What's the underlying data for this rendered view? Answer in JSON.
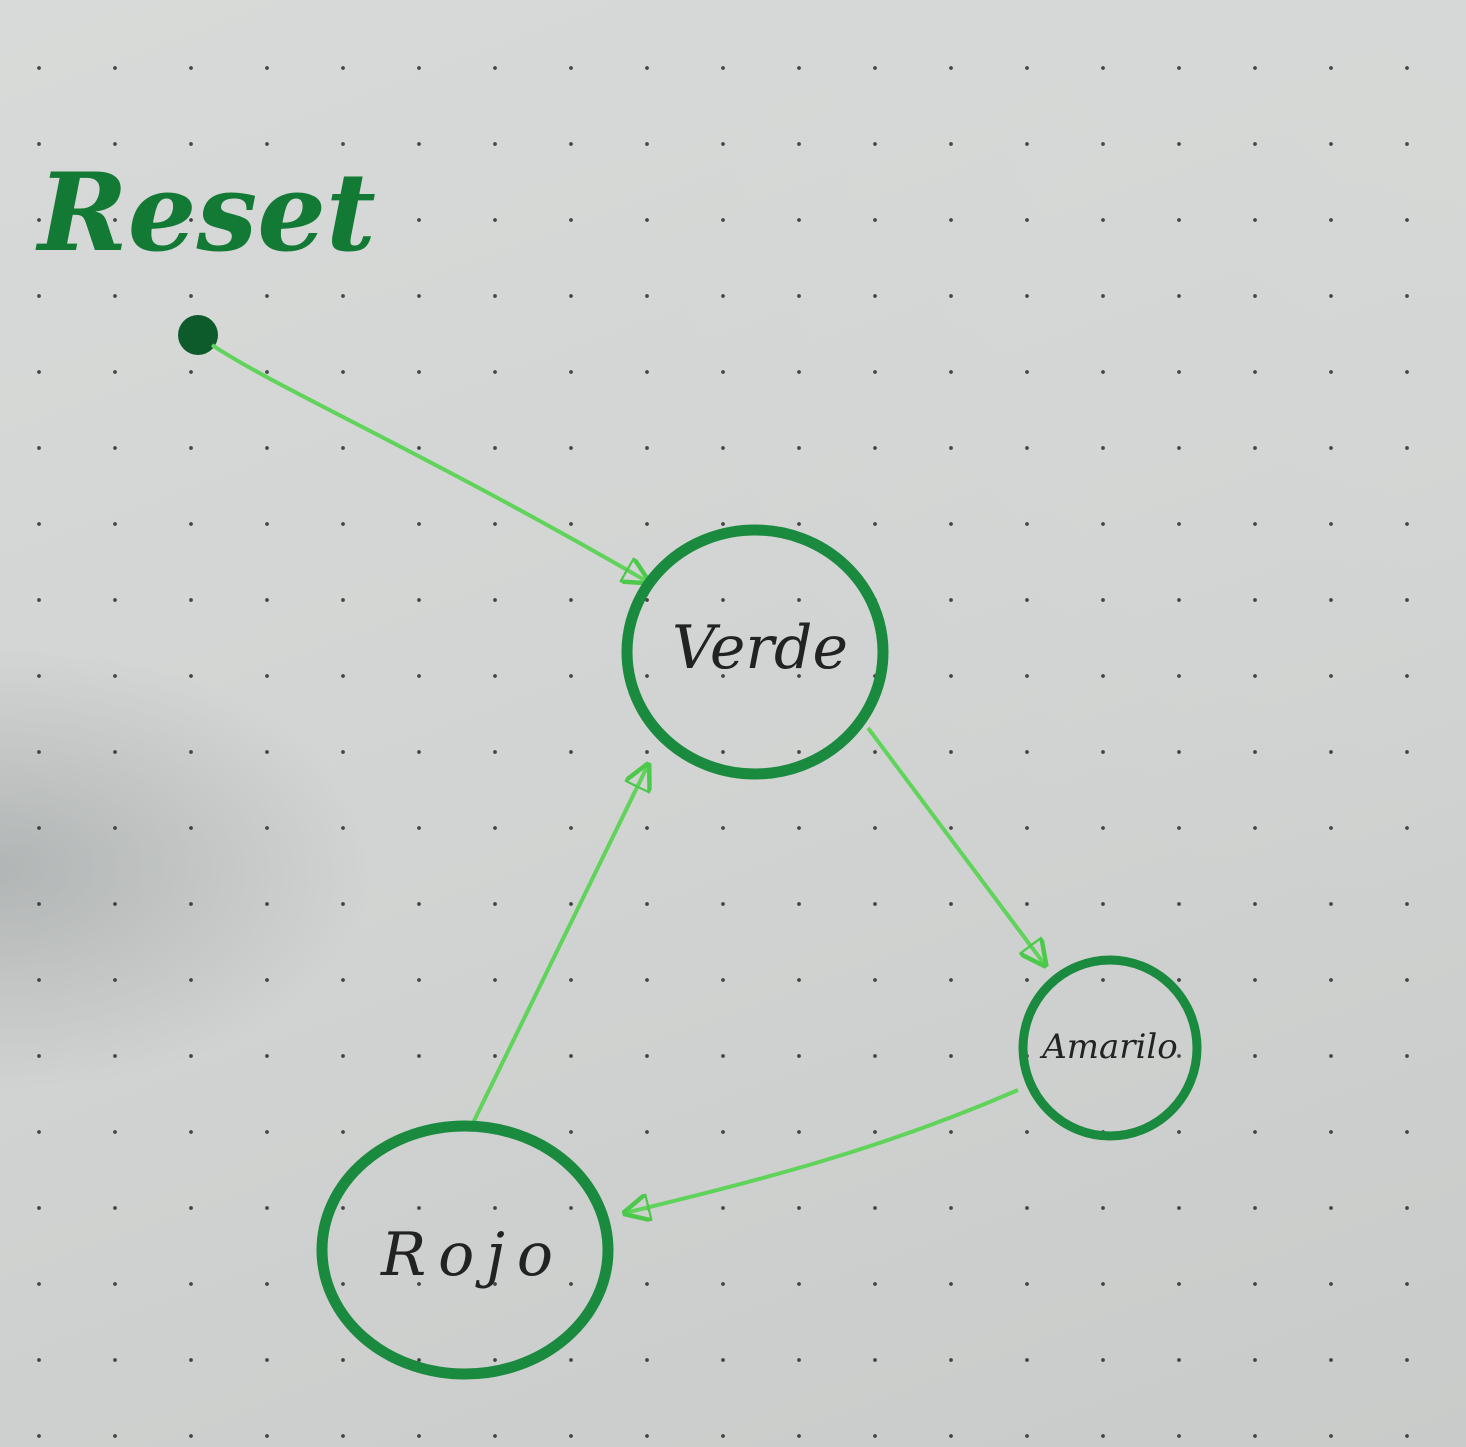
{
  "diagram": {
    "type": "state-machine",
    "title": "Reset",
    "colors": {
      "node_stroke": "#1a8a3e",
      "edge_stroke": "#5fd35a",
      "title": "#137a35",
      "label": "#222222",
      "initial_dot": "#0d5a2a"
    },
    "states": [
      {
        "id": "verde",
        "label": "Verde"
      },
      {
        "id": "amarillo",
        "label": "Amarilo"
      },
      {
        "id": "rojo",
        "label": "Rojo"
      }
    ],
    "transitions": [
      {
        "from": "initial",
        "to": "verde"
      },
      {
        "from": "verde",
        "to": "amarillo"
      },
      {
        "from": "amarillo",
        "to": "rojo"
      },
      {
        "from": "rojo",
        "to": "verde"
      }
    ]
  }
}
